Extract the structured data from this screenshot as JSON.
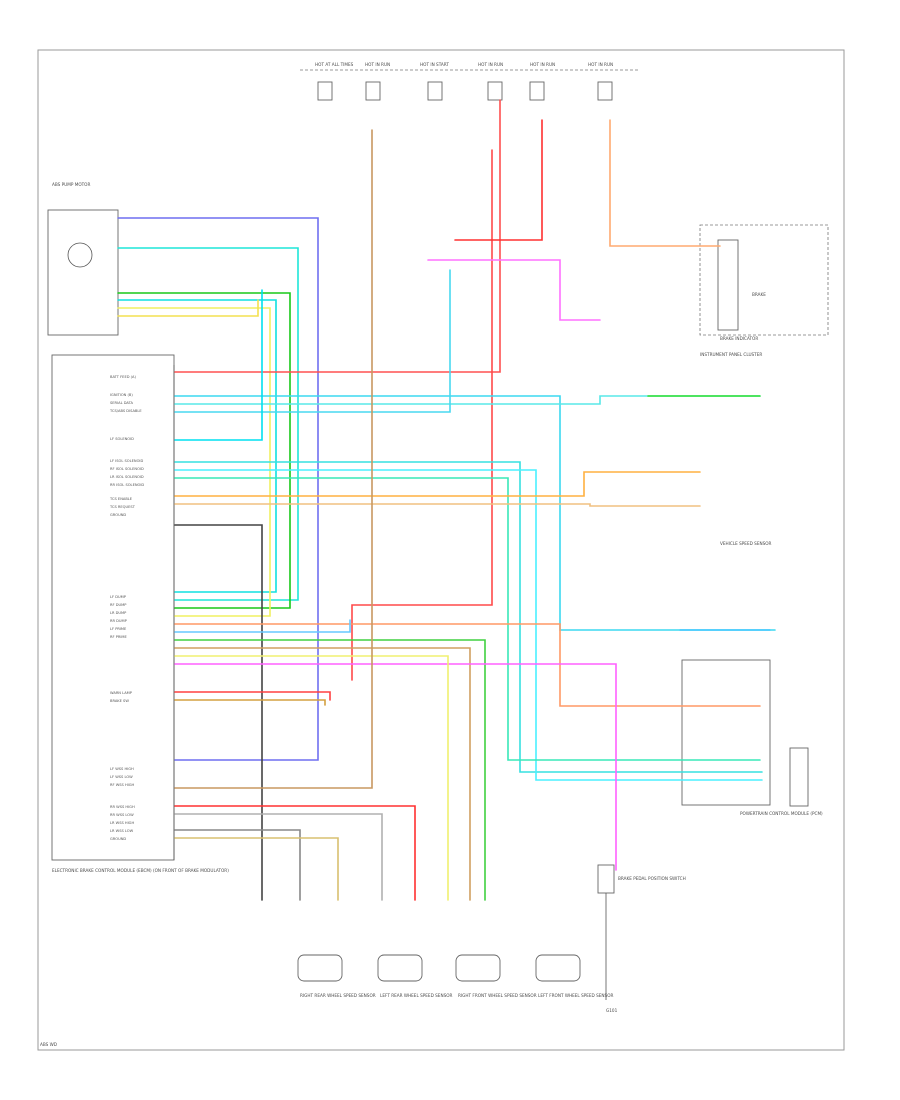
{
  "diagram": {
    "footer_code": "ABS WD",
    "abs_module_label": "ELECTRONIC BRAKE CONTROL MODULE (EBCM) (ON FRONT OF BRAKE MODULATOR)",
    "pump_motor_label": "ABS PUMP MOTOR",
    "instrument_cluster_label": "INSTRUMENT PANEL CLUSTER",
    "brake_indicator_label": "BRAKE INDICATOR",
    "vss_label": "VEHICLE SPEED SENSOR",
    "pcm_label": "POWERTRAIN CONTROL MODULE (PCM)",
    "sensor_lr": "RIGHT REAR WHEEL SPEED SENSOR",
    "sensor_rr": "LEFT REAR WHEEL SPEED SENSOR",
    "sensor_rf": "RIGHT FRONT WHEEL SPEED SENSOR",
    "sensor_lf": "LEFT FRONT WHEEL SPEED SENSOR",
    "brake_switch_label": "BRAKE PEDAL POSITION SWITCH",
    "ground_label": "G101",
    "top_fuses": [
      "HOT AT ALL TIMES",
      "HOT IN RUN",
      "HOT IN START",
      "HOT IN RUN",
      "HOT IN RUN",
      "HOT IN RUN"
    ],
    "left_pins": [
      "BATT FEED (A)",
      "IGNITION (B)",
      "SERIAL DATA",
      "TCS/ABS DISABLE",
      "LF SOLENOID",
      "LF ISOL SOLENOID",
      "RF ISOL SOLENOID",
      "LR ISOL SOLENOID",
      "RR ISOL SOLENOID",
      "TCS ENABLE",
      "TCS REQUEST",
      "GROUND",
      "LF DUMP",
      "RF DUMP",
      "LR DUMP",
      "RR DUMP",
      "LF PRIME",
      "RF PRIME",
      "WARN LAMP",
      "BRAKE SW",
      "LF WSS HIGH",
      "LF WSS LOW",
      "RF WSS HIGH",
      "RR WSS HIGH",
      "RR WSS LOW",
      "LR WSS HIGH",
      "LR WSS LOW",
      "GROUND"
    ]
  }
}
